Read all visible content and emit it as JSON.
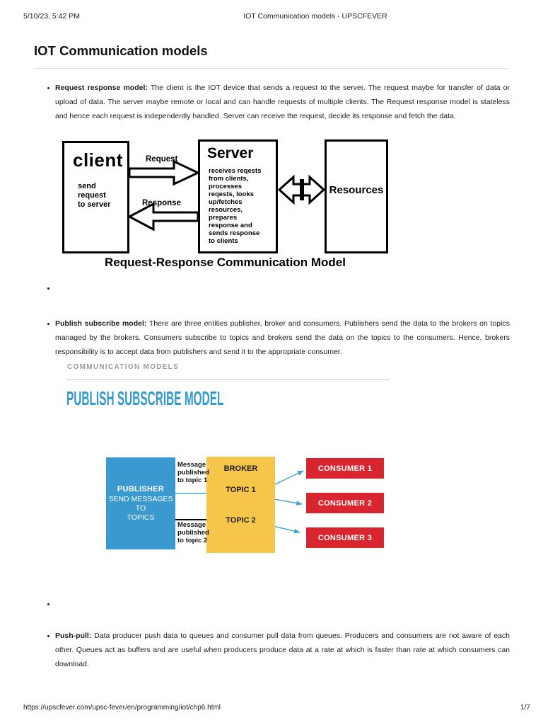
{
  "header": {
    "date": "5/10/23, 5:42 PM",
    "doc_title": "IOT Communication models - UPSCFEVER"
  },
  "title": "IOT Communication models",
  "bullets": [
    {
      "lead": "Request response model:",
      "text": " The client is the IOT device that sends a request to the server. The request maybe for transfer of data or upload of data. The server maybe remote or local and can handle requests of multiple clients. The Request response model is stateless and hence each request is independently handled. Server can receive the request, decide its response and fetch the data."
    },
    {
      "lead": "Publish subscribe model:",
      "text": " There are three entities publisher, broker and consumers. Publishers send the data to the brokers on topics managed by the brokers. Consumers subscribe to topics and brokers send the data on the topics to the consumers. Hence, brokers responsibility is to accept data from publishers and send it to the appropriate consumer."
    },
    {
      "lead": "Push-pull:",
      "text": " Data producer push data to queues and consumer pull data from queues. Producers and consumers are not aware of each other. Queues act as buffers and are useful when producers produce data at a rate at which is faster than rate at which consumers can download."
    }
  ],
  "diagram1": {
    "client_title": "client",
    "client_sub": "send\nrequest\nto server",
    "request_label": "Request",
    "response_label": "Response",
    "server_title": "Server",
    "server_body": "receives reqests\nfrom clients,\nprocesses\nreqests, looks\nup/fetches\nresources,\nprepares\nresponse and\nsends response\nto clients",
    "resources_title": "Resources",
    "caption": "Request-Response Communication Model"
  },
  "diagram2": {
    "kicker": "COMMUNICATION MODELS",
    "heading": "PUBLISH SUBSCRIBE MODEL",
    "publisher_title": "PUBLISHER",
    "publisher_sub": "SEND MESSAGES TO\nTOPICS",
    "broker_title": "BROKER",
    "topic1": "TOPIC 1",
    "topic2": "TOPIC 2",
    "msg1": "Message\npublished\nto topic 1",
    "msg2": "Message\npublished\nto topic 2",
    "consumers": [
      "CONSUMER 1",
      "CONSUMER 2",
      "CONSUMER 3"
    ],
    "colors": {
      "publisher_blue": "#3A9AD0",
      "broker_yellow": "#F6C64A",
      "consumer_red": "#D9252F",
      "heading_blue": "#3399CC",
      "arrow_blue": "#45A5D5"
    }
  },
  "footer": {
    "url": "https://upscfever.com/upsc-fever/en/programming/iot/chp6.html",
    "page_indicator": "1/7"
  }
}
